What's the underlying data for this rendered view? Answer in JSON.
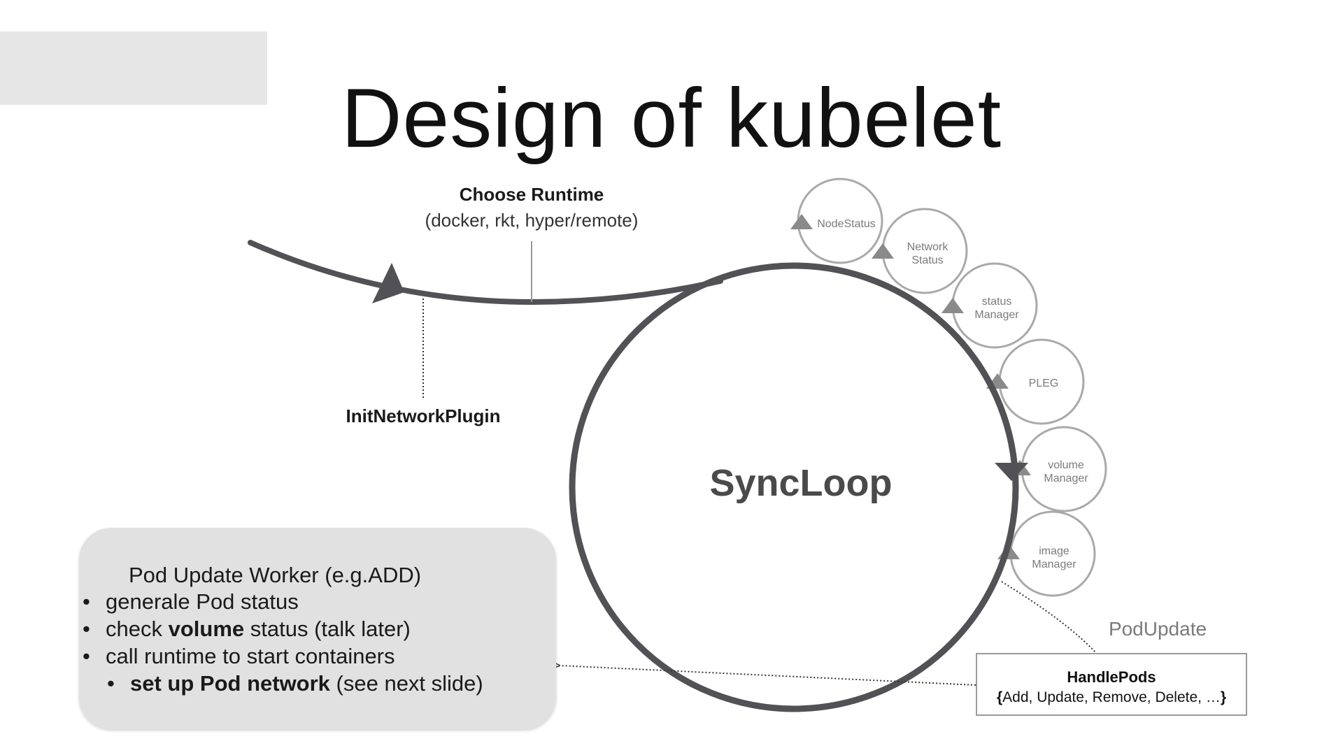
{
  "title": "Design of kubelet",
  "runtime": {
    "heading": "Choose Runtime",
    "options": "(docker, rkt, hyper/remote)"
  },
  "init_network_plugin": "InitNetworkPlugin",
  "syncloop": "SyncLoop",
  "managers": [
    {
      "line1": "NodeStatus",
      "line2": ""
    },
    {
      "line1": "Network",
      "line2": "Status"
    },
    {
      "line1": "status",
      "line2": "Manager"
    },
    {
      "line1": "PLEG",
      "line2": ""
    },
    {
      "line1": "volume",
      "line2": "Manager"
    },
    {
      "line1": "image",
      "line2": "Manager"
    }
  ],
  "pod_update_label": "PodUpdate",
  "handle_pods": {
    "heading": "HandlePods",
    "open": "{",
    "ops": "Add, Update, Remove, Delete, …",
    "close": "}"
  },
  "worker": {
    "title": "Pod Update Worker (e.g.ADD)",
    "item1": "generale Pod status",
    "item2_pre": "check ",
    "item2_bold": "volume",
    "item2_post": " status (talk later)",
    "item3": "call runtime to start containers",
    "item4_bold": "set up Pod network",
    "item4_post": " (see next slide)"
  },
  "colors": {
    "main_stroke": "#515156",
    "small_circle_stroke": "#a9a9a9",
    "box_fill": "#e1e1e2"
  }
}
